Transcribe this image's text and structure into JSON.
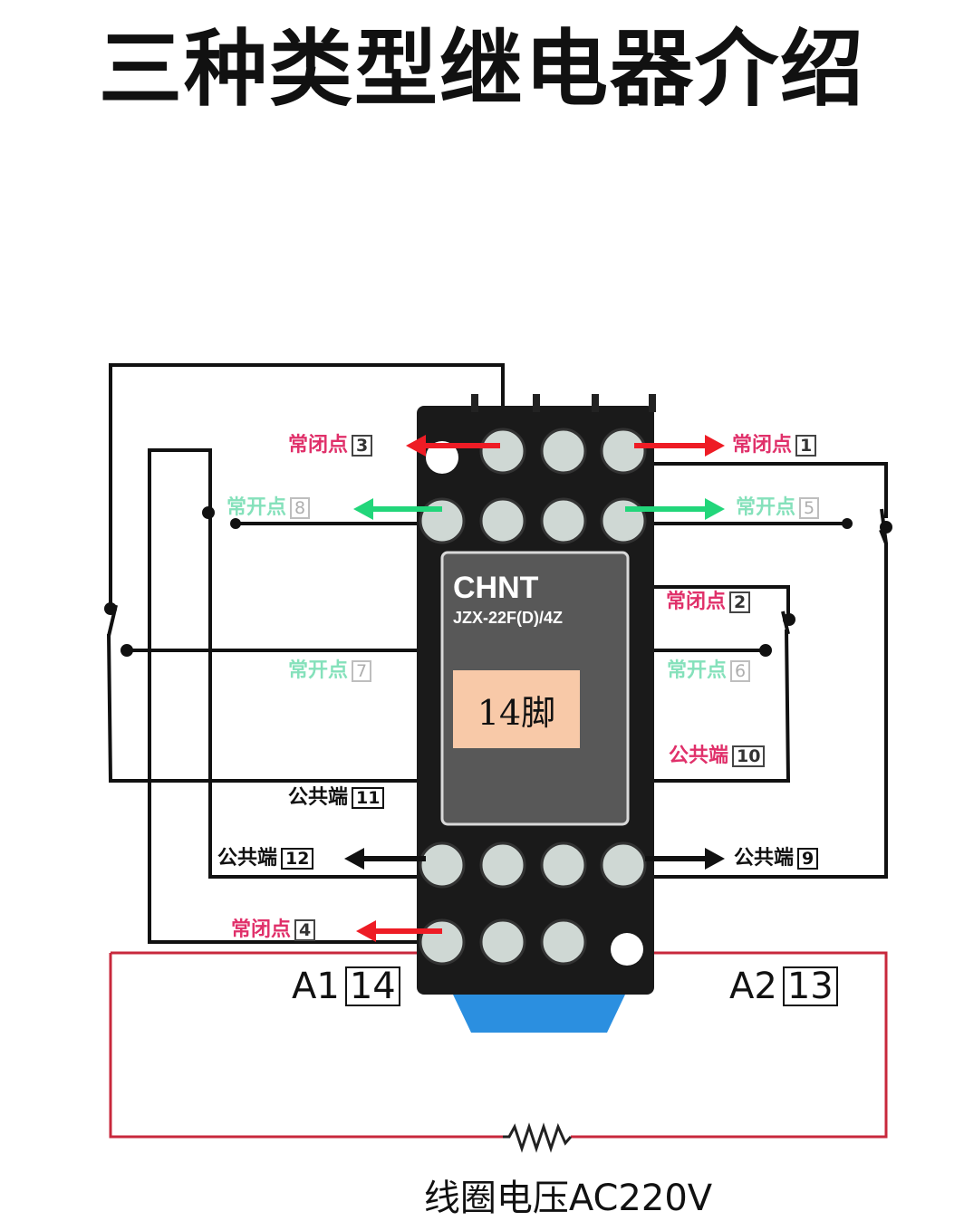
{
  "title": "三种类型继电器介绍",
  "relay": {
    "brand": "CHNT",
    "model": "JZX-22F(D)/4Z",
    "pin_count_label": "14脚",
    "body_color": "#1a1a1a",
    "base_color": "#2b8fe0"
  },
  "contacts": {
    "nc_1": {
      "text": "常闭点",
      "num": "1"
    },
    "nc_2": {
      "text": "常闭点",
      "num": "2"
    },
    "nc_3": {
      "text": "常闭点",
      "num": "3"
    },
    "nc_4": {
      "text": "常闭点",
      "num": "4"
    },
    "no_5": {
      "text": "常开点",
      "num": "5"
    },
    "no_6": {
      "text": "常开点",
      "num": "6"
    },
    "no_7": {
      "text": "常开点",
      "num": "7"
    },
    "no_8": {
      "text": "常开点",
      "num": "8"
    },
    "com_9": {
      "text": "公共端",
      "num": "9"
    },
    "com_10": {
      "text": "公共端",
      "num": "10"
    },
    "com_11": {
      "text": "公共端",
      "num": "11"
    },
    "com_12": {
      "text": "公共端",
      "num": "12"
    }
  },
  "coil": {
    "a1": {
      "text": "A1",
      "num": "14"
    },
    "a2": {
      "text": "A2",
      "num": "13"
    },
    "caption": "线圈电压AC220V"
  },
  "colors": {
    "nc": "#e0306a",
    "no": "#7fe0b8",
    "nc_arrow": "#ee1c25",
    "no_arrow": "#22d67a",
    "com_arrow": "#111111",
    "coil_wire": "#c8283c",
    "wire": "#111111"
  }
}
